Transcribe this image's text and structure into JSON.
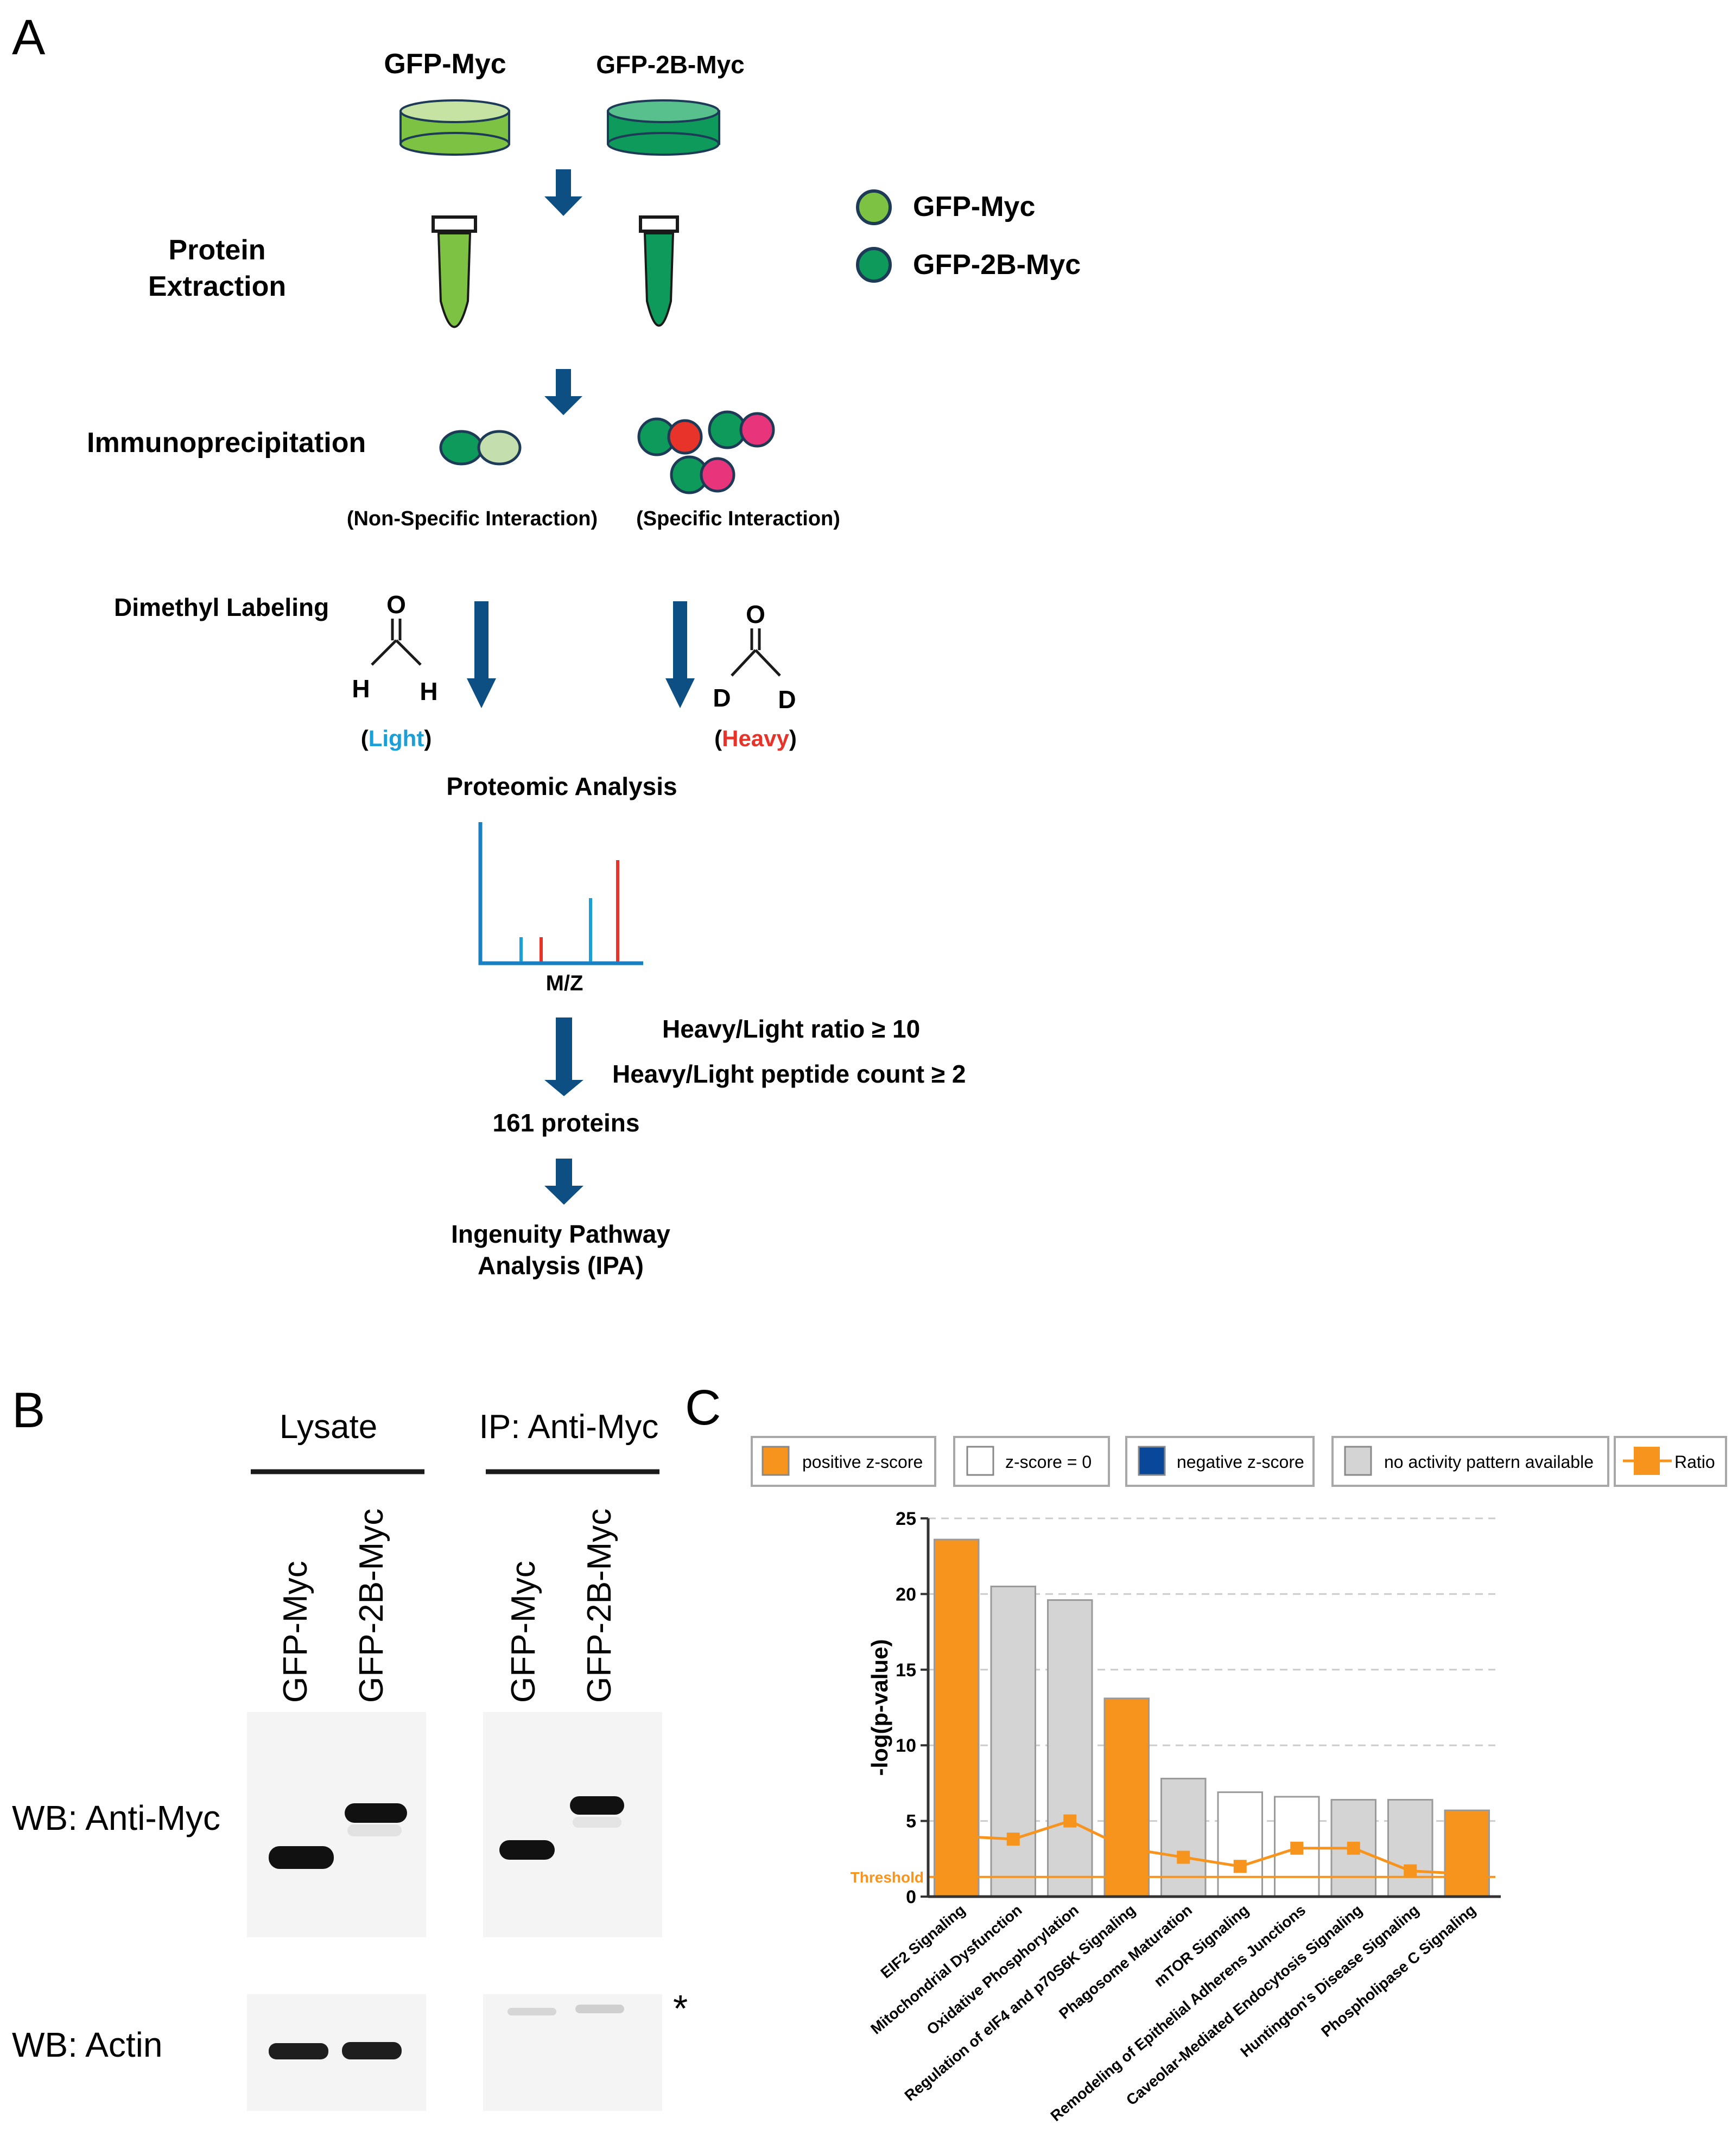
{
  "panel_a": {
    "label": "A",
    "dish_left": "GFP-Myc",
    "dish_right": "GFP-2B-Myc",
    "legend": [
      "GFP-Myc",
      "GFP-2B-Myc"
    ],
    "steps": {
      "protein_extraction_line1": "Protein",
      "protein_extraction_line2": "Extraction",
      "immunoprecipitation": "Immunoprecipitation",
      "non_specific": "(Non-Specific Interaction)",
      "specific": "(Specific Interaction)",
      "dimethyl_labeling": "Dimethyl Labeling",
      "light_open": "(",
      "light": "Light",
      "light_close": ")",
      "heavy_open": "(",
      "heavy": "Heavy",
      "heavy_close": ")",
      "proteomic_analysis": "Proteomic Analysis",
      "mz": "M/Z",
      "ratio_filter": "Heavy/Light ratio ≥ 10",
      "count_filter": "Heavy/Light peptide count ≥ 2",
      "proteins": "161 proteins",
      "ipa_line1": "Ingenuity Pathway",
      "ipa_line2": "Analysis (IPA)"
    },
    "formaldehyde_light": {
      "o": "O",
      "h1": "H",
      "h2": "H"
    },
    "formaldehyde_heavy": {
      "o": "O",
      "d1": "D",
      "d2": "D"
    },
    "colors": {
      "gfp_myc": "#7dc242",
      "gfp_2b_myc": "#0e9a5a",
      "arrow": "#0d4f82",
      "light": "#1aa0d8",
      "heavy": "#e8332a",
      "pink": "#e8347a",
      "pale_green": "#c5deae"
    }
  },
  "panel_b": {
    "label": "B",
    "group_lysate": "Lysate",
    "group_ip": "IP: Anti-Myc",
    "lanes": [
      "GFP-Myc",
      "GFP-2B-Myc",
      "GFP-Myc",
      "GFP-2B-Myc"
    ],
    "row_anti_myc": "WB: Anti-Myc",
    "row_actin": "WB: Actin",
    "asterisk": "*"
  },
  "panel_c": {
    "label": "C",
    "legend": {
      "positive": "positive z-score",
      "zero": "z-score = 0",
      "negative": "negative z-score",
      "no_pattern": "no activity pattern available",
      "ratio": "Ratio"
    },
    "threshold_label": "Threshold",
    "colors": {
      "positive": "#f7941d",
      "zero": "#ffffff",
      "negative": "#08479a",
      "no_pattern": "#d4d4d4",
      "ratio": "#f7941d"
    }
  },
  "chart_data": {
    "type": "bar",
    "title": "",
    "xlabel": "",
    "ylabel": "-log(p-value)",
    "ylim": [
      0,
      25
    ],
    "yticks": [
      "0",
      "5",
      "10",
      "15",
      "20",
      "25"
    ],
    "grid": true,
    "legend_position": "top",
    "threshold": 1.3,
    "categories": [
      "EIF2 Signaling",
      "Mitochondrial Dysfunction",
      "Oxidative Phosphorylation",
      "Regulation of eIF4 and p70S6K Signaling",
      "Phagosome Maturation",
      "mTOR Signaling",
      "Remodeling of Epithelial Adherens Junctions",
      "Caveolar-Mediated Endocytosis Signaling",
      "Huntington's Disease Signaling",
      "Phospholipase C Signaling"
    ],
    "values": [
      23.6,
      20.5,
      19.6,
      13.1,
      7.8,
      6.9,
      6.6,
      6.4,
      6.4,
      5.7
    ],
    "bar_class": [
      "positive",
      "no_pattern",
      "no_pattern",
      "positive",
      "no_pattern",
      "zero",
      "zero",
      "no_pattern",
      "no_pattern",
      "positive"
    ],
    "series": [
      {
        "name": "Ratio",
        "values": [
          4.0,
          3.8,
          5.0,
          3.2,
          2.6,
          2.0,
          3.2,
          3.2,
          1.7,
          1.5
        ]
      }
    ]
  }
}
